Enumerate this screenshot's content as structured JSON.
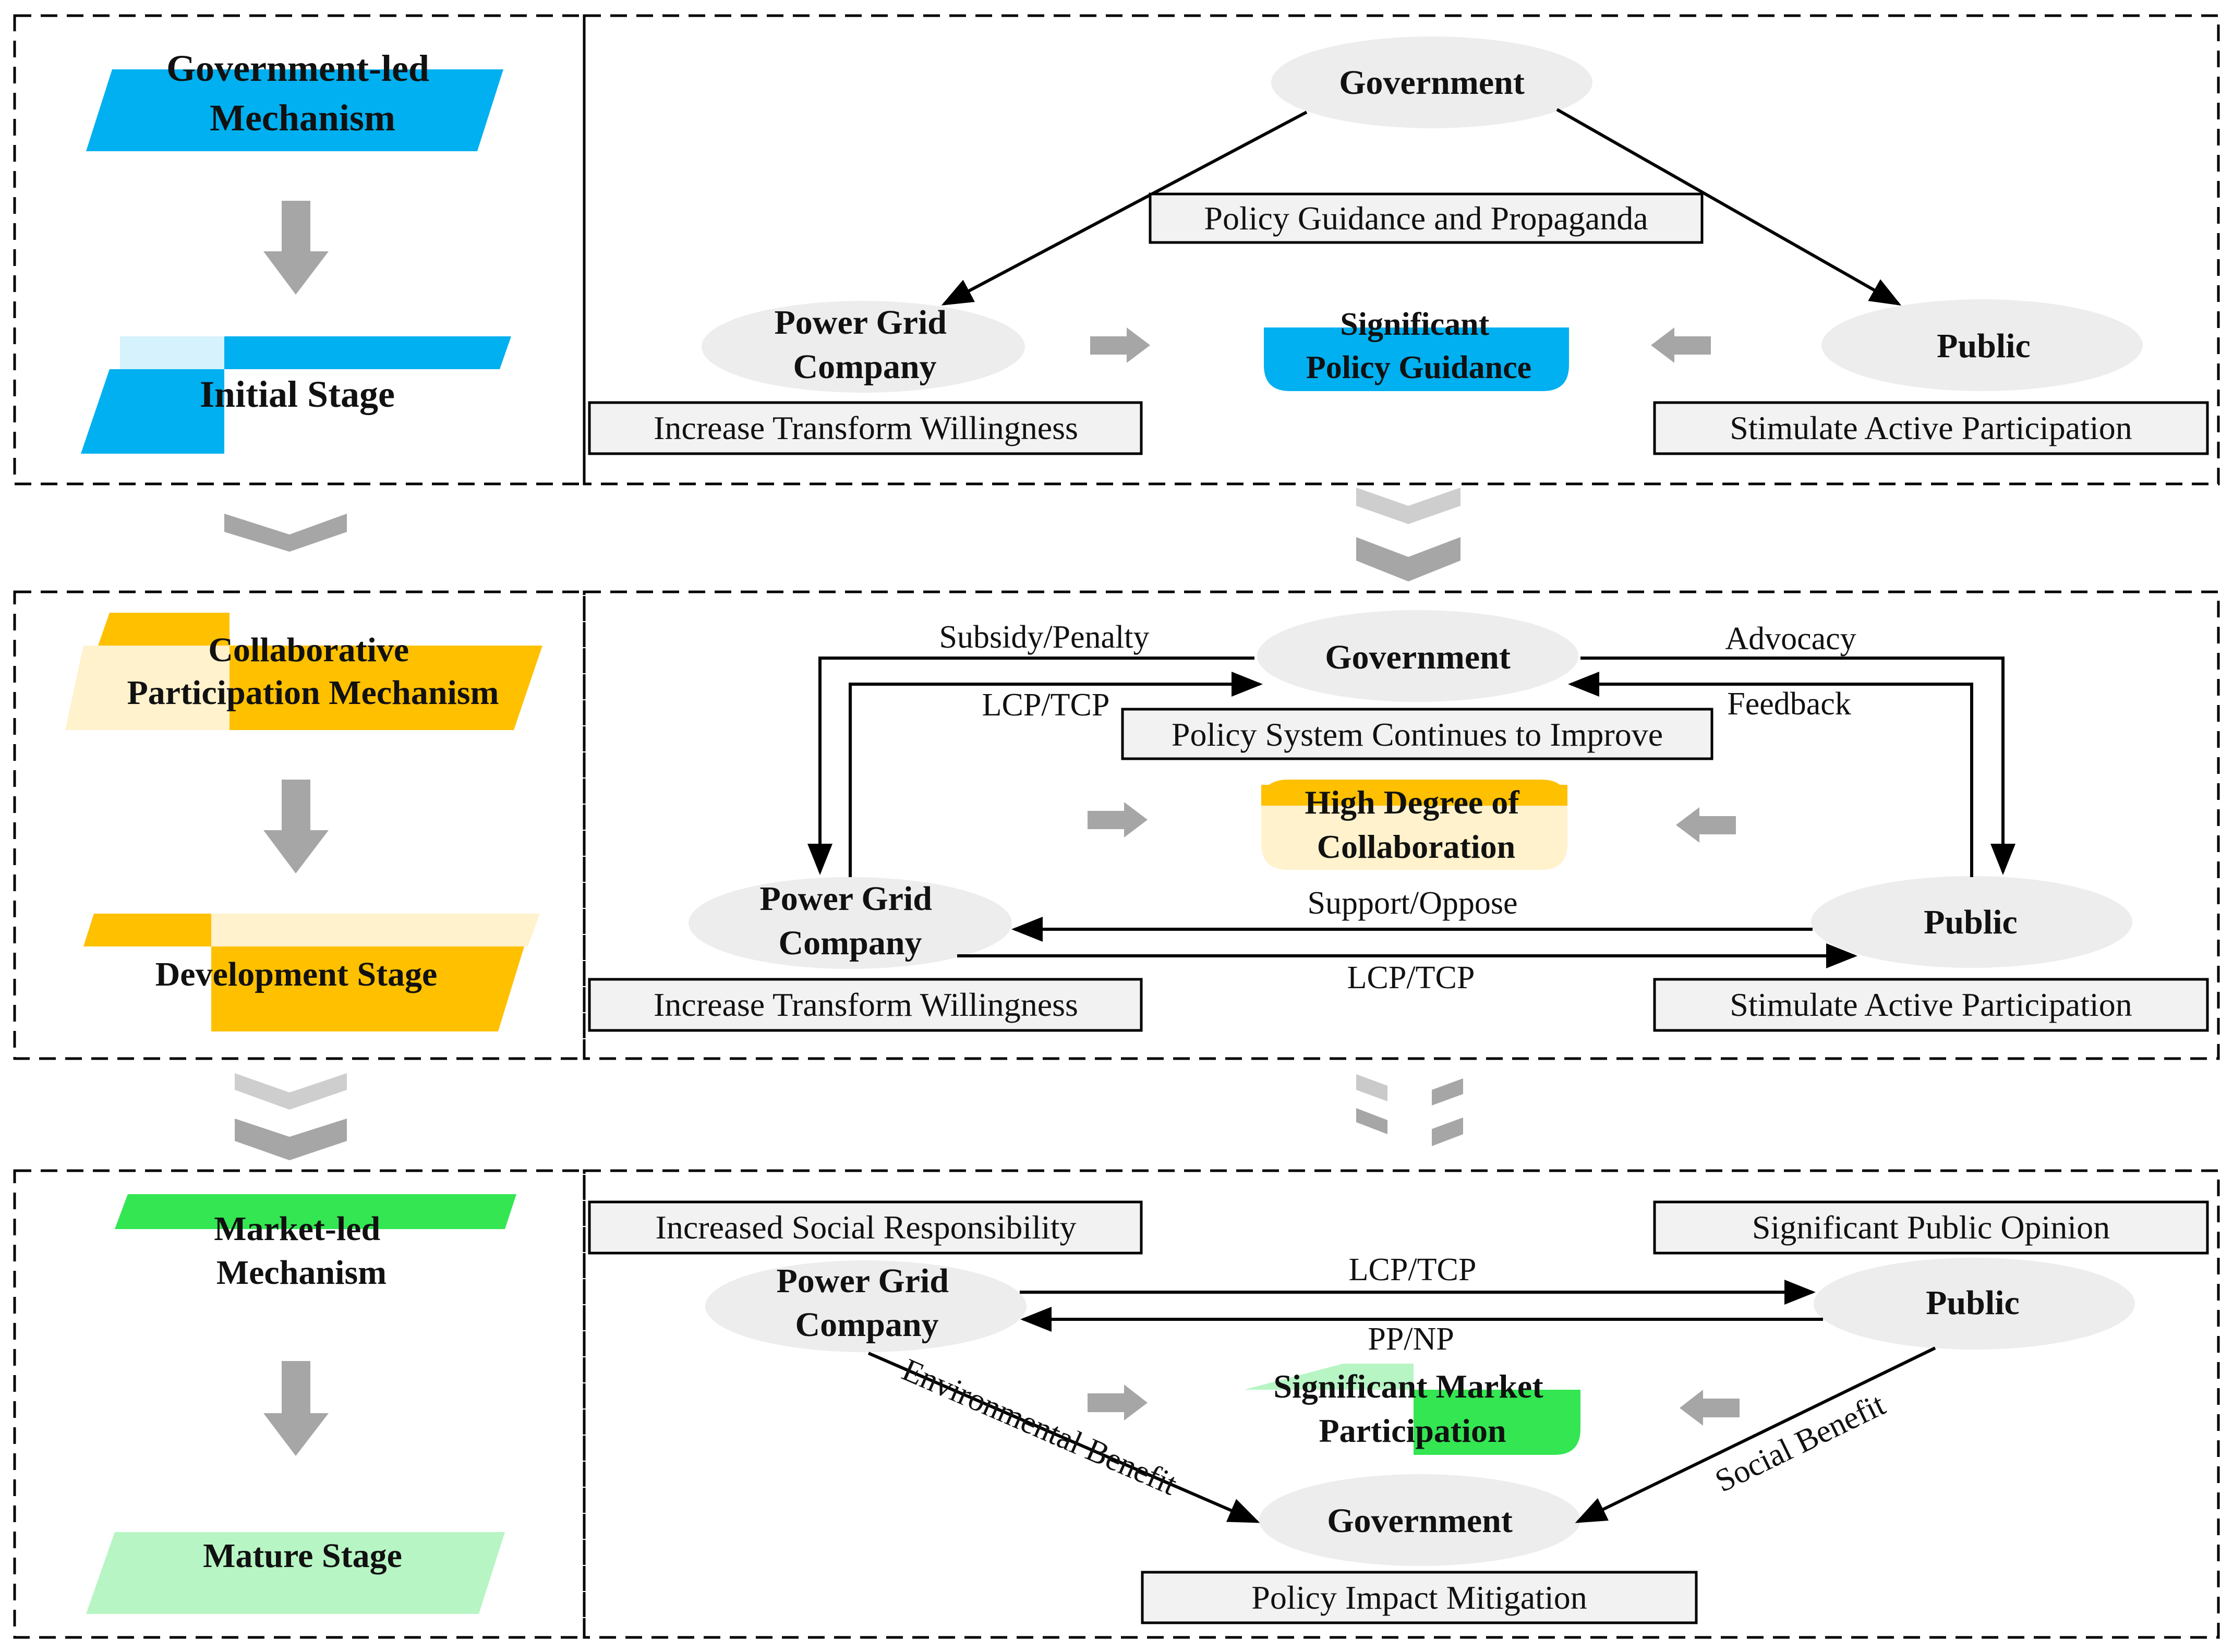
{
  "colors": {
    "stage1": "#00B0F0",
    "stage2": "#FFC000",
    "stage2_light": "#FFF2CC",
    "stage3": "#33E652",
    "stage3_light": "#B7F5C4",
    "actor_ellipse": "#EDEDED",
    "label_box": "#F2F2F2",
    "gray_arrow": "#A6A6A6"
  },
  "stage1": {
    "mechanism": [
      "Government-led",
      "Mechanism"
    ],
    "stage_name": "Initial Stage",
    "government": "Government",
    "grid_company": [
      "Power Grid",
      "Company"
    ],
    "public": "Public",
    "center": [
      "Significant",
      "Policy Guidance"
    ],
    "gov_box": "Policy Guidance and Propaganda",
    "grid_box": "Increase Transform Willingness",
    "public_box": "Stimulate Active Participation"
  },
  "stage2": {
    "mechanism": [
      "Collaborative",
      "Participation Mechanism"
    ],
    "stage_name": "Development Stage",
    "government": "Government",
    "grid_company": [
      "Power Grid",
      "Company"
    ],
    "public": "Public",
    "center": [
      "High Degree of",
      "Collaboration"
    ],
    "gov_box": "Policy System Continues to Improve",
    "grid_box": "Increase Transform Willingness",
    "public_box": "Stimulate Active Participation",
    "edge_subsidy": "Subsidy/Penalty",
    "edge_lcp_gov": "LCP/TCP",
    "edge_advocacy": "Advocacy",
    "edge_feedback": "Feedback",
    "edge_support": "Support/Oppose",
    "edge_lcp_public": "LCP/TCP"
  },
  "stage3": {
    "mechanism": [
      "Market-led",
      "Mechanism"
    ],
    "stage_name": "Mature Stage",
    "government": "Government",
    "grid_company": [
      "Power Grid",
      "Company"
    ],
    "public": "Public",
    "center": [
      "Significant Market",
      "Participation"
    ],
    "gov_box": "Policy Impact Mitigation",
    "grid_box": "Increased Social Responsibility",
    "public_box": "Significant Public Opinion",
    "edge_lcp": "LCP/TCP",
    "edge_ppnp": "PP/NP",
    "edge_env": "Environmental Benefit",
    "edge_social": "Social Benefit"
  }
}
